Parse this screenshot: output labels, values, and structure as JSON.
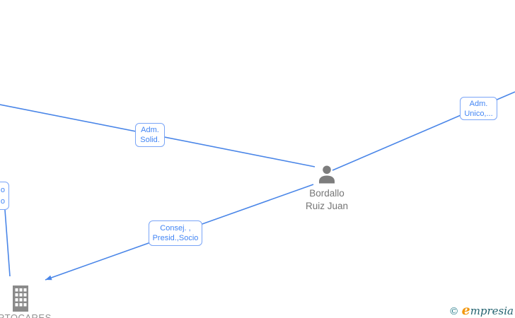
{
  "diagram_type": "corporate-relationship-graph",
  "person": {
    "name_line1": "Bordallo",
    "name_line2": "Ruiz Juan"
  },
  "company": {
    "name_visible": "RTOCARES"
  },
  "edge_labels": {
    "adm_solid": {
      "line1": "Adm.",
      "line2": "Solid."
    },
    "adm_unico": {
      "line1": "Adm.",
      "line2": "Unico,..."
    },
    "consej": {
      "line1": "Consej. ,",
      "line2": "Presid.,Socio"
    },
    "partial_left": {
      "line1": "o",
      "line2": "o"
    }
  },
  "footer": {
    "copyright_symbol": "©",
    "brand_first_letter": "e",
    "brand_rest": "mpresia"
  },
  "colors": {
    "edge_blue": "#4a86e8",
    "label_border_blue": "#7aa5f7",
    "label_text_blue": "#4285f4",
    "node_gray": "#7d7d7d",
    "building_gray": "#8a8a8a",
    "node_text_gray": "#757575",
    "brand_teal": "#23626f",
    "brand_orange": "#f2970f"
  }
}
